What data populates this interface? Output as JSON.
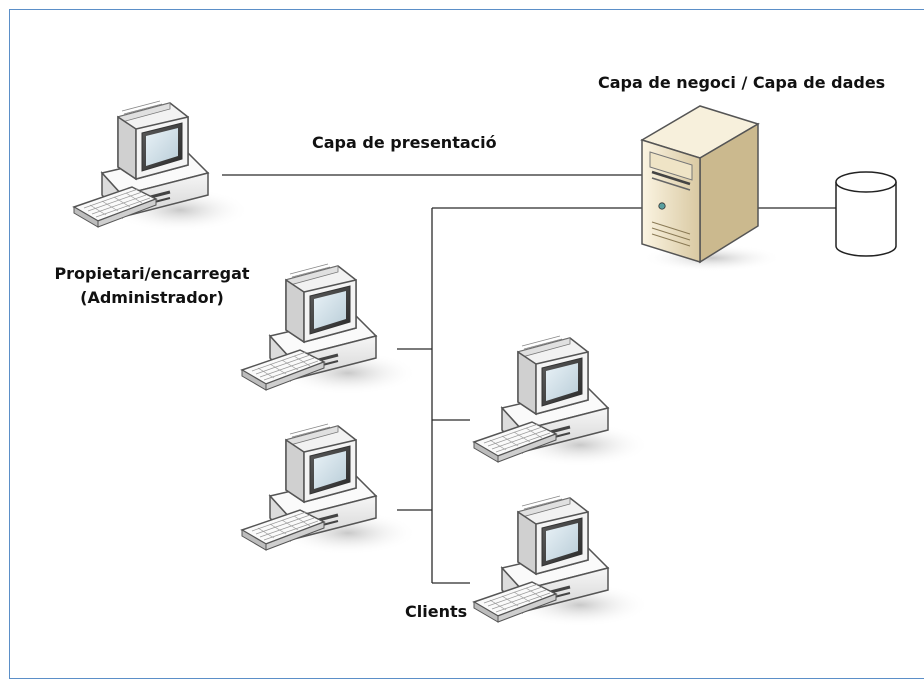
{
  "labels": {
    "presentation_layer": "Capa de presentació",
    "business_data_layer": "Capa de negoci / Capa de dades",
    "admin_line1": "Propietari/encarregat",
    "admin_line2": "(Administrador)",
    "clients": "Clients"
  },
  "colors": {
    "frame_border": "#5b8fc8",
    "connector": "#2b2b2b",
    "monitor_body": "#efefef",
    "screen": "#3b3b3b",
    "server_body": "#e8dcc0"
  },
  "icons": [
    "admin-computer-icon",
    "server-icon",
    "database-icon",
    "client-computer-icon"
  ]
}
